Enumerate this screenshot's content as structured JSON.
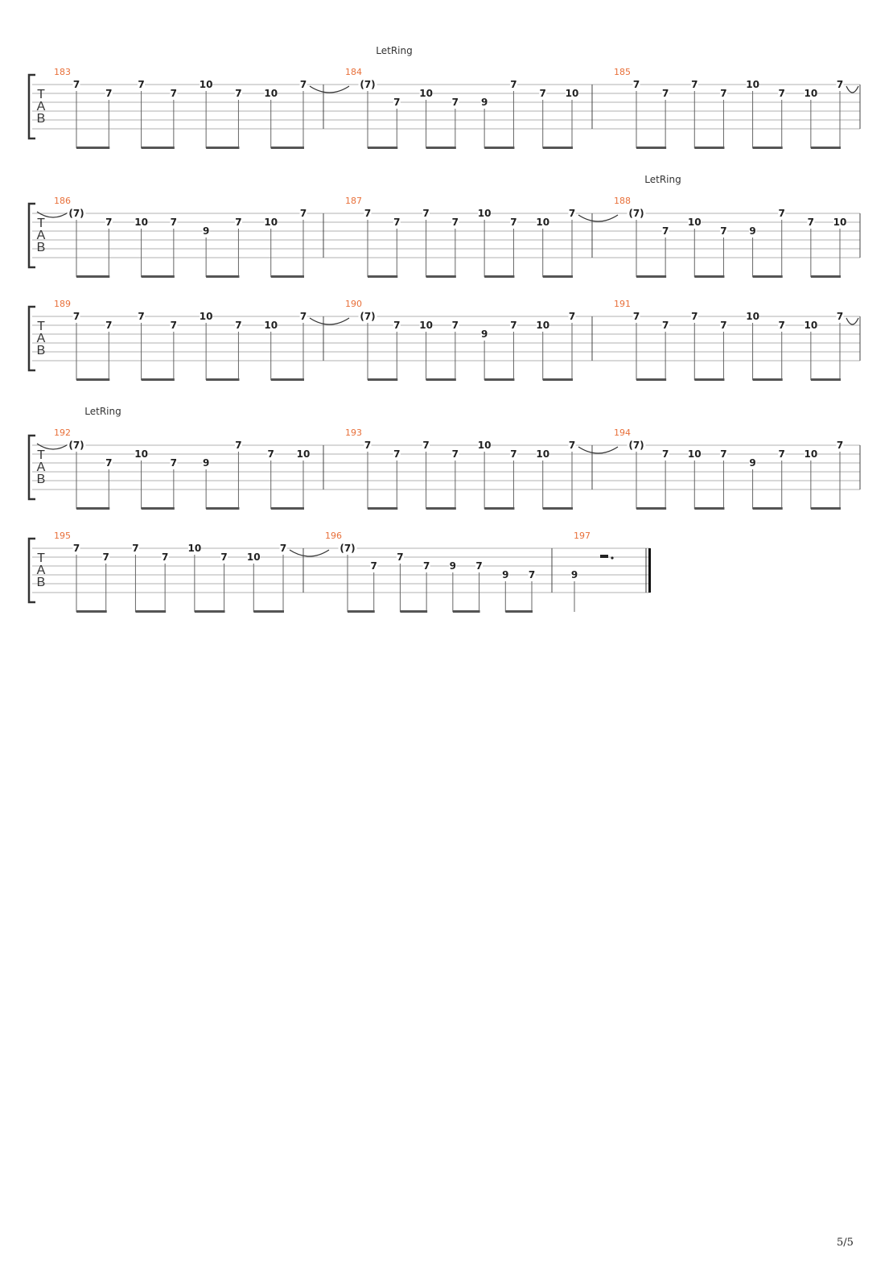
{
  "document": {
    "page_number": "5/5",
    "let_ring_label": "LetRing",
    "tab_clef": [
      "T",
      "A",
      "B"
    ],
    "colors": {
      "measure_number": "#e8703a",
      "staff_line": "#b0b0b0",
      "fret_text": "#222222",
      "beam": "#555555"
    }
  },
  "systems": [
    {
      "let_ring_after_measure": 184,
      "tie_in": false,
      "measures": [
        {
          "number": "183",
          "notes": [
            [
              "7",
              1
            ],
            [
              "7",
              2
            ],
            [
              "7",
              1
            ],
            [
              "7",
              2
            ],
            [
              "10",
              1
            ],
            [
              "7",
              2
            ],
            [
              "10",
              2
            ],
            [
              "7",
              1
            ]
          ],
          "tie_out": true
        },
        {
          "number": "184",
          "notes": [
            [
              "(7)",
              1
            ],
            [
              "7",
              3
            ],
            [
              "10",
              2
            ],
            [
              "7",
              3
            ],
            [
              "9",
              3
            ],
            [
              "7",
              1
            ],
            [
              "7",
              2
            ],
            [
              "10",
              2
            ]
          ],
          "tie_out": false
        },
        {
          "number": "185",
          "notes": [
            [
              "7",
              1
            ],
            [
              "7",
              2
            ],
            [
              "7",
              1
            ],
            [
              "7",
              2
            ],
            [
              "10",
              1
            ],
            [
              "7",
              2
            ],
            [
              "10",
              2
            ],
            [
              "7",
              1
            ]
          ],
          "tie_out": true
        }
      ]
    },
    {
      "let_ring_after_measure": 188,
      "tie_in": true,
      "measures": [
        {
          "number": "186",
          "notes": [
            [
              "(7)",
              1
            ],
            [
              "7",
              2
            ],
            [
              "10",
              2
            ],
            [
              "7",
              2
            ],
            [
              "9",
              3
            ],
            [
              "7",
              2
            ],
            [
              "10",
              2
            ],
            [
              "7",
              1
            ]
          ],
          "tie_out": false
        },
        {
          "number": "187",
          "notes": [
            [
              "7",
              1
            ],
            [
              "7",
              2
            ],
            [
              "7",
              1
            ],
            [
              "7",
              2
            ],
            [
              "10",
              1
            ],
            [
              "7",
              2
            ],
            [
              "10",
              2
            ],
            [
              "7",
              1
            ]
          ],
          "tie_out": true
        },
        {
          "number": "188",
          "notes": [
            [
              "(7)",
              1
            ],
            [
              "7",
              3
            ],
            [
              "10",
              2
            ],
            [
              "7",
              3
            ],
            [
              "9",
              3
            ],
            [
              "7",
              1
            ],
            [
              "7",
              2
            ],
            [
              "10",
              2
            ]
          ],
          "tie_out": false
        }
      ]
    },
    {
      "let_ring_after_measure": null,
      "tie_in": false,
      "measures": [
        {
          "number": "189",
          "notes": [
            [
              "7",
              1
            ],
            [
              "7",
              2
            ],
            [
              "7",
              1
            ],
            [
              "7",
              2
            ],
            [
              "10",
              1
            ],
            [
              "7",
              2
            ],
            [
              "10",
              2
            ],
            [
              "7",
              1
            ]
          ],
          "tie_out": true
        },
        {
          "number": "190",
          "notes": [
            [
              "(7)",
              1
            ],
            [
              "7",
              2
            ],
            [
              "10",
              2
            ],
            [
              "7",
              2
            ],
            [
              "9",
              3
            ],
            [
              "7",
              2
            ],
            [
              "10",
              2
            ],
            [
              "7",
              1
            ]
          ],
          "tie_out": false
        },
        {
          "number": "191",
          "notes": [
            [
              "7",
              1
            ],
            [
              "7",
              2
            ],
            [
              "7",
              1
            ],
            [
              "7",
              2
            ],
            [
              "10",
              1
            ],
            [
              "7",
              2
            ],
            [
              "10",
              2
            ],
            [
              "7",
              1
            ]
          ],
          "tie_out": true
        }
      ]
    },
    {
      "let_ring_after_measure": 192,
      "tie_in": true,
      "measures": [
        {
          "number": "192",
          "notes": [
            [
              "(7)",
              1
            ],
            [
              "7",
              3
            ],
            [
              "10",
              2
            ],
            [
              "7",
              3
            ],
            [
              "9",
              3
            ],
            [
              "7",
              1
            ],
            [
              "7",
              2
            ],
            [
              "10",
              2
            ]
          ],
          "tie_out": false
        },
        {
          "number": "193",
          "notes": [
            [
              "7",
              1
            ],
            [
              "7",
              2
            ],
            [
              "7",
              1
            ],
            [
              "7",
              2
            ],
            [
              "10",
              1
            ],
            [
              "7",
              2
            ],
            [
              "10",
              2
            ],
            [
              "7",
              1
            ]
          ],
          "tie_out": true
        },
        {
          "number": "194",
          "notes": [
            [
              "(7)",
              1
            ],
            [
              "7",
              2
            ],
            [
              "10",
              2
            ],
            [
              "7",
              2
            ],
            [
              "9",
              3
            ],
            [
              "7",
              2
            ],
            [
              "10",
              2
            ],
            [
              "7",
              1
            ]
          ],
          "tie_out": false
        }
      ]
    },
    {
      "let_ring_after_measure": null,
      "tie_in": false,
      "measures": [
        {
          "number": "195",
          "notes": [
            [
              "7",
              1
            ],
            [
              "7",
              2
            ],
            [
              "7",
              1
            ],
            [
              "7",
              2
            ],
            [
              "10",
              1
            ],
            [
              "7",
              2
            ],
            [
              "10",
              2
            ],
            [
              "7",
              1
            ]
          ],
          "tie_out": true
        },
        {
          "number": "196",
          "notes": [
            [
              "(7)",
              1
            ],
            [
              "7",
              3
            ],
            [
              "7",
              2
            ],
            [
              "7",
              3
            ],
            [
              "9",
              3
            ],
            [
              "7",
              3
            ],
            [
              "9",
              4
            ],
            [
              "7",
              4
            ]
          ],
          "tie_out": false
        },
        {
          "number": "197",
          "notes": [
            [
              "9",
              4
            ]
          ],
          "rest": "dotted-half",
          "final": true,
          "tie_out": false
        }
      ]
    }
  ]
}
